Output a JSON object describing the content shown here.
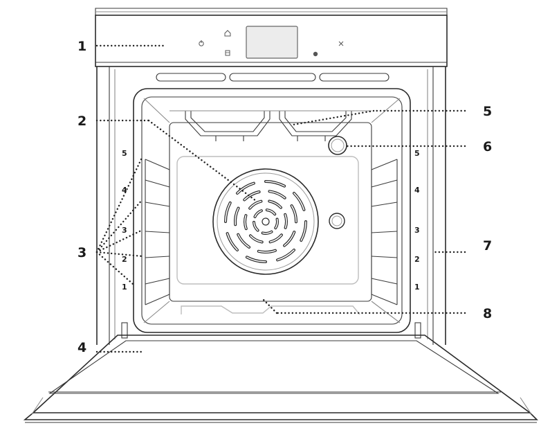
{
  "callouts": [
    "1",
    "2",
    "3",
    "4",
    "5",
    "6",
    "7",
    "8"
  ],
  "shelf_levels": [
    "1",
    "2",
    "3",
    "4",
    "5"
  ],
  "control_icons": [
    "home-icon",
    "power-icon",
    "oven-mode-icon",
    "settings-icon",
    "close-icon"
  ],
  "colors": {
    "line": "#2a2a2a",
    "background": "#ffffff",
    "panel": "#ececec"
  }
}
